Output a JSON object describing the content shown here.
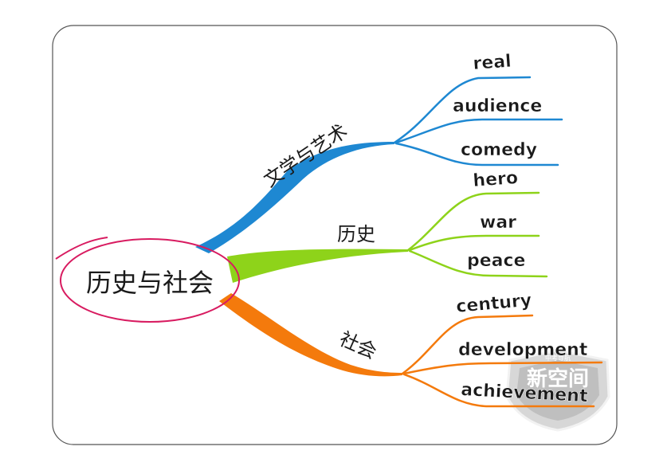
{
  "center": {
    "label": "历史与社会",
    "ring_color": "#d81b60"
  },
  "branches": [
    {
      "id": "literature",
      "label": "文学与艺术",
      "color": "#1e88d2",
      "leaves": [
        "real",
        "audience",
        "comedy"
      ]
    },
    {
      "id": "history",
      "label": "历史",
      "color": "#8ed31a",
      "leaves": [
        "hero",
        "war",
        "peace"
      ]
    },
    {
      "id": "society",
      "label": "社会",
      "color": "#f47a0c",
      "leaves": [
        "century",
        "development",
        "achievement"
      ]
    }
  ],
  "watermark": {
    "top_text": "中考导航",
    "main_text": "新空间"
  },
  "frame_color": "#555555"
}
